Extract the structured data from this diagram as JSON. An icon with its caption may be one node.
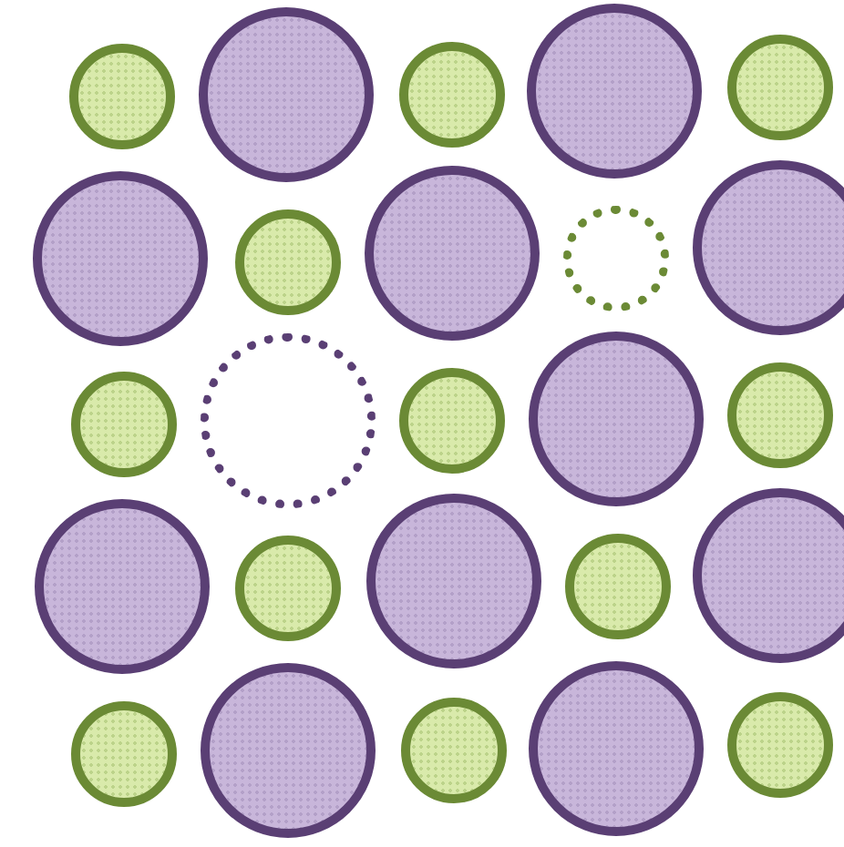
{
  "diagram": {
    "nodes": [
      {
        "text": [],
        "shape": "circle"
      },
      {
        "text": [],
        "shape": "circle"
      },
      {
        "text": [],
        "shape": "circle"
      },
      {
        "text": [],
        "shape": "circle"
      },
      {
        "text": [],
        "shape": "circle"
      },
      {
        "text": [],
        "shape": "circle"
      },
      {
        "text": [],
        "shape": "circle"
      },
      {
        "text": [],
        "shape": "circle"
      },
      {
        "text": [],
        "shape": "circle"
      },
      {
        "text": [],
        "shape": "circle"
      },
      {
        "text": [],
        "shape": "circle"
      },
      {
        "text": [],
        "shape": "circle"
      },
      {
        "text": [],
        "shape": "circle"
      },
      {
        "text": [],
        "shape": "circle"
      },
      {
        "text": [],
        "shape": "circle"
      },
      {
        "text": [],
        "shape": "circle"
      },
      {
        "text": [],
        "shape": "circle"
      },
      {
        "text": [],
        "shape": "circle"
      },
      {
        "text": [],
        "shape": "circle"
      },
      {
        "text": [],
        "shape": "circle"
      },
      {
        "text": [],
        "shape": "circle"
      },
      {
        "text": [],
        "shape": "circle"
      },
      {
        "text": [],
        "shape": "circle"
      },
      {
        "text": [],
        "shape": "circle"
      },
      {
        "text": [],
        "shape": "circle"
      }
    ]
  }
}
